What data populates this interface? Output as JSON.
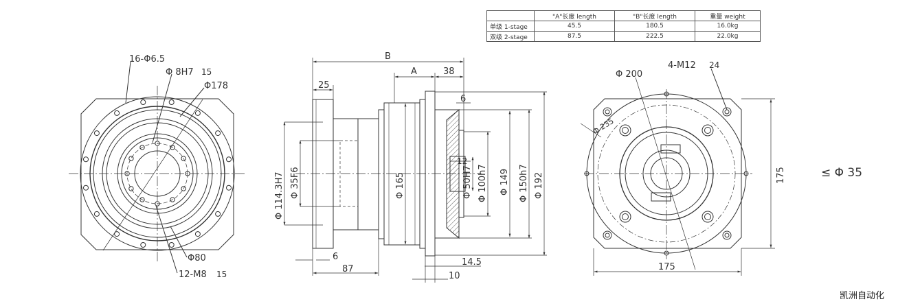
{
  "spec_table": {
    "headers": [
      "",
      "\"A\"长度 length",
      "\"B\"长度  length",
      "重量 weight"
    ],
    "rows": [
      [
        "单级 1-stage",
        "45.5",
        "180.5",
        "16.0kg"
      ],
      [
        "双级 2-stage",
        "87.5",
        "222.5",
        "22.0kg"
      ]
    ]
  },
  "front_view": {
    "holes_outer": "16-Φ6.5",
    "pilot": "Φ 8H7",
    "pilot_depth": "15",
    "bolt_circle": "Φ178",
    "center_circle": "Φ80",
    "thread_holes": "12-M8",
    "thread_depth": "15"
  },
  "side_view": {
    "total_length": "B",
    "length_a": "A",
    "dim_38": "38",
    "dim_25": "25",
    "dim_6_top": "6",
    "dim_12": "12",
    "dia_114": "Φ 114.3H7",
    "dia_35": "Φ 35F6",
    "dia_165": "Φ 165",
    "dia_50": "Φ 50H7",
    "dia_100": "Φ 100h7",
    "dia_149": "Φ 149",
    "dia_150": "Φ 150h7",
    "dia_192": "Φ 192",
    "dim_6_bottom": "6",
    "dim_87": "87",
    "dim_14_5": "14.5",
    "dim_10": "10"
  },
  "back_view": {
    "dia_200": "Φ 200",
    "thread_holes": "4-M12",
    "thread_depth": "24",
    "dia_235": "Φ 235",
    "height": "175",
    "width": "175"
  },
  "input_note": "≤ Φ 35",
  "brand": "凯洲自动化",
  "line_color": "#333333"
}
